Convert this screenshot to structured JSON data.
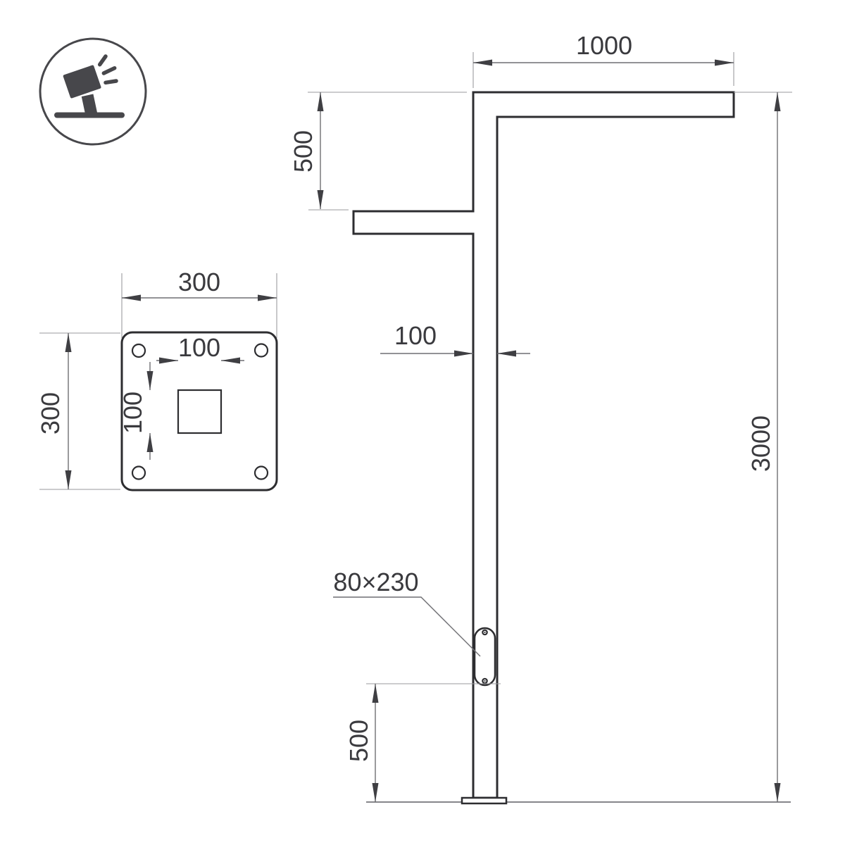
{
  "colors": {
    "object_line": "#2d2d30",
    "dimension_line": "#6f6f73",
    "arrow_color": "#3f3f43",
    "extension_line": "#9a9a9e",
    "ground_line": "#86868a",
    "text_color": "#3a3a3e",
    "bg": "#ffffff"
  },
  "icon": {
    "name": "tilted-floodlight-on-stand-icon"
  },
  "plate_view": {
    "width_label": "300",
    "height_label": "300",
    "square_width_label": "100",
    "square_height_label": "100"
  },
  "elevation_view": {
    "arm_length_label": "1000",
    "arm_drop_label": "500",
    "pole_width_label": "100",
    "pole_height_label": "3000",
    "door_label": "80×230",
    "door_bottom_label": "500"
  }
}
